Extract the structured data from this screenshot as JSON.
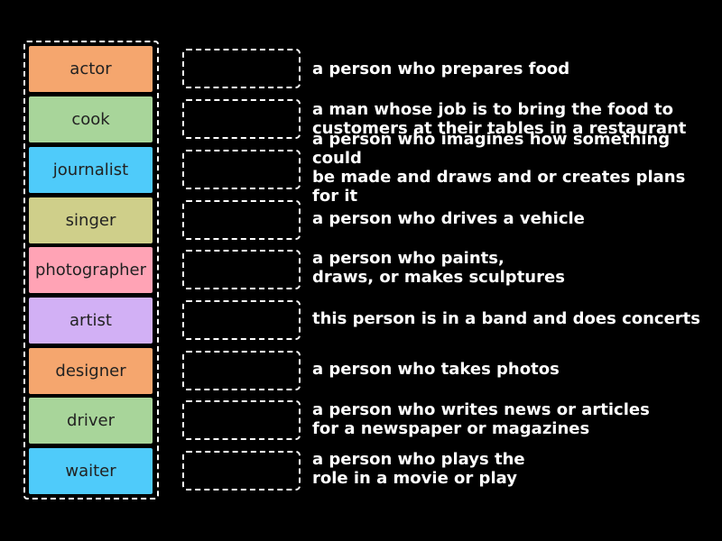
{
  "colors": {
    "background": "#000000",
    "orange": "#f5a66e",
    "green": "#a8d59a",
    "blue": "#4fcbfa",
    "olive": "#cfcf8a",
    "pink": "#ffa3b5",
    "purple": "#d2b0f5"
  },
  "words": [
    {
      "label": "actor",
      "color": "#f5a66e"
    },
    {
      "label": "cook",
      "color": "#a8d59a"
    },
    {
      "label": "journalist",
      "color": "#4fcbfa"
    },
    {
      "label": "singer",
      "color": "#cfcf8a"
    },
    {
      "label": "photographer",
      "color": "#ffa3b5"
    },
    {
      "label": "artist",
      "color": "#d2b0f5"
    },
    {
      "label": "designer",
      "color": "#f5a66e"
    },
    {
      "label": "driver",
      "color": "#a8d59a"
    },
    {
      "label": "waiter",
      "color": "#4fcbfa"
    }
  ],
  "definitions": [
    "a person who prepares food",
    "a man whose job is to bring the food to\ncustomers at their tables in a restaurant",
    "a person who imagines how something could\nbe made and draws and or creates plans for it",
    "a person who drives a vehicle",
    "a person who paints,\ndraws, or makes sculptures",
    "this person is in a band and does concerts",
    "a person who takes photos",
    "a person who writes news or articles\nfor a newspaper or magazines",
    "a person who plays the\nrole in a movie or play"
  ]
}
